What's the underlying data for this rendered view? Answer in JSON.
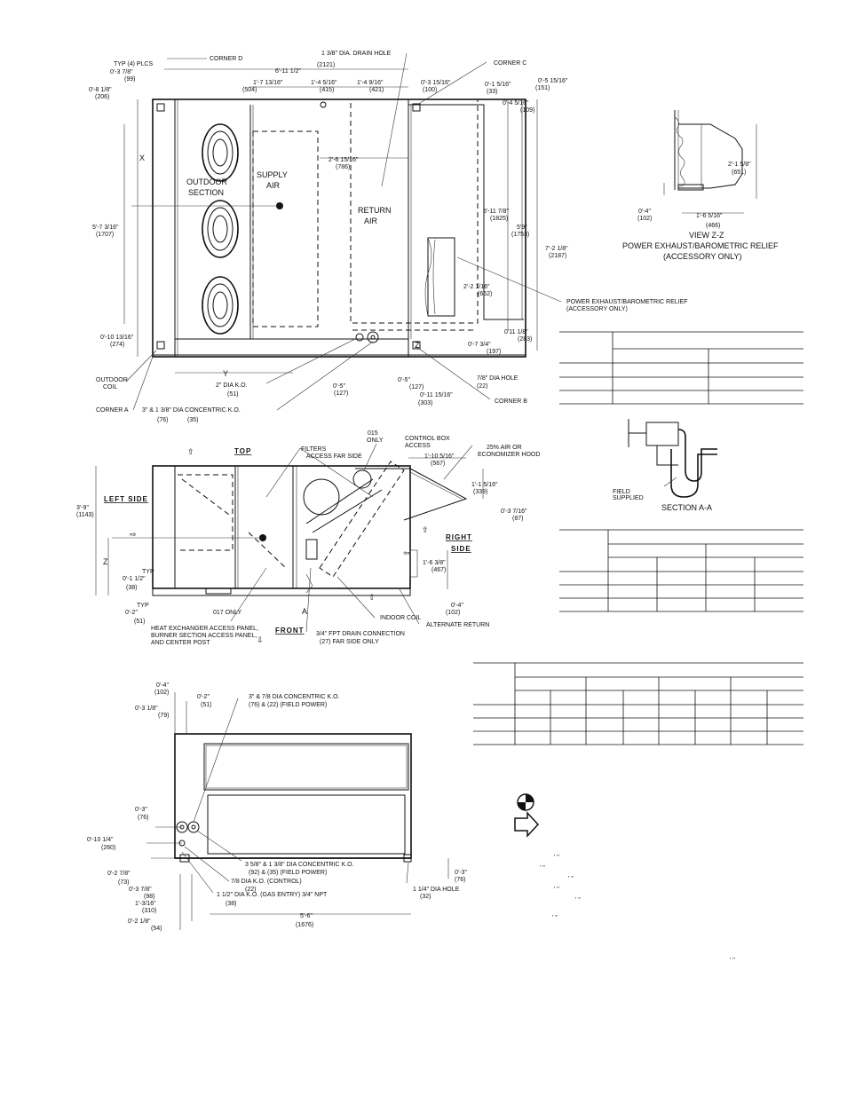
{
  "top_view": {
    "corner_d": "CORNER D",
    "typ_4_plcs": "TYP (4) PLCS",
    "dim_0_3_78": "0'-3 7/8\"",
    "dim_99": "(99)",
    "dim_0_8_18": "0'-8 1/8\"",
    "dim_206": "(206)",
    "drain_hole": "1 3/8\" DIA. DRAIN HOLE",
    "dim_6_11_12": "6'-11 1/2\"",
    "dim_2121": "(2121)",
    "corner_c": "CORNER C",
    "dim_1_7_1316": "1'-7 13/16\"",
    "dim_504": "(504)",
    "dim_1_4_516": "1'-4 5/16\"",
    "dim_415": "(415)",
    "dim_1_4_916": "1'-4 9/16\"",
    "dim_421": "(421)",
    "dim_0_3_1516": "0'-3 15/16\"",
    "dim_100": "(100)",
    "dim_0_1_516": "0'-1 5/16\"",
    "dim_33": "(33)",
    "dim_0_5_1516": "0'-5 15/16\"",
    "dim_151": "(151)",
    "dim_0_4_516": "0'-4 5/16\"",
    "dim_109": "(109)",
    "x_label": "X",
    "outdoor_section_1": "OUTDOOR",
    "outdoor_section_2": "SECTION",
    "supply_air_1": "SUPPLY",
    "supply_air_2": "AIR",
    "return_air_1": "RETURN",
    "return_air_2": "AIR",
    "dim_2_6_1516": "2'-6 15/16\"",
    "dim_786": "(786)",
    "dim_5_7_316": "5'-7 3/16\"",
    "dim_1707": "(1707)",
    "dim_5_11_78": "5'-11 7/8\"",
    "dim_1825": "(1825)",
    "dim_5_9": "5'9\"",
    "dim_1753": "(1753)",
    "dim_7_2_18": "7'-2 1/8\"",
    "dim_2187": "(2187)",
    "dim_2_2_116": "2'-2 1/16\"",
    "dim_662": "(662)",
    "dim_0_10_1316": "0'-10 13/16\"",
    "dim_274": "(274)",
    "outdoor_coil_1": "OUTDOOR",
    "outdoor_coil_2": "COIL",
    "y_label": "Y",
    "ko_2": "2\" DIA K.O.",
    "dim_51": "(51)",
    "corner_a": "CORNER A",
    "concentric_ko": "3\" & 1 3/8\" DIA CONCENTRIC K.O.",
    "dim_76": "(76)",
    "dim_35": "(35)",
    "dim_0_5_a": "0'-5\"",
    "dim_127_a": "(127)",
    "dim_0_5_b": "0'-5\"",
    "dim_127_b": "(127)",
    "dim_0_11_1516": "0'-11 15/16\"",
    "dim_303": "(303)",
    "z_label": "Z",
    "dim_0_7_34": "0'-7 3/4\"",
    "dim_197": "(197)",
    "dim_0_11_18": "0'11 1/8\"",
    "dim_283": "(283)",
    "hole_78": "7/8\" DIA HOLE",
    "dim_22": "(22)",
    "corner_b": "CORNER B",
    "power_exhaust_1": "POWER EXHAUST/BAROMETRIC RELIEF",
    "power_exhaust_2": "(ACCESSORY ONLY)"
  },
  "view_zz": {
    "dim_2_1_58": "2'-1 5/8\"",
    "dim_651": "(651)",
    "dim_0_4": "0'-4\"",
    "dim_102": "(102)",
    "dim_1_6_516": "1'-6 5/16\"",
    "dim_466": "(466)",
    "title": "VIEW Z-Z",
    "subtitle_1": "POWER EXHAUST/BAROMETRIC RELIEF",
    "subtitle_2": "(ACCESSORY ONLY)"
  },
  "side_view": {
    "top": "TOP",
    "filters_1": "FILTERS",
    "filters_2": "ACCESS FAR SIDE",
    "only_015_1": "015",
    "only_015_2": "ONLY",
    "control_box_1": "CONTROL BOX",
    "control_box_2": "ACCESS",
    "hood_1": "25% AIR OR",
    "hood_2": "ECONOMIZER HOOD",
    "dim_1_10_516": "1'-10 5/16\"",
    "dim_567": "(567)",
    "dim_1_1_516": "1'-1 5/16\"",
    "dim_339": "(339)",
    "dim_0_3_716": "0'-3 7/16\"",
    "dim_87": "(87)",
    "left_side": "LEFT SIDE",
    "dim_3_9": "3'-9\"",
    "dim_1143": "(1143)",
    "right_side_1": "RIGHT",
    "right_side_2": "SIDE",
    "dim_1_6_38": "1'-6 3/8\"",
    "dim_467": "(467)",
    "z_label": "Z",
    "typ_1": "TYP",
    "dim_0_1_12": "0'-1 1/2\"",
    "dim_38": "(38)",
    "typ_2": "TYP",
    "dim_0_2": "0'-2\"",
    "dim_51": "(51)",
    "dim_0_4": "0'-4\"",
    "dim_102": "(102)",
    "a_mark": "A",
    "heat_exch_1": "HEAT EXCHANGER ACCESS PANEL,",
    "heat_exch_2": "BURNER SECTION ACCESS PANEL,",
    "heat_exch_3": "AND CENTER POST",
    "only_017": "017 ONLY",
    "front": "FRONT",
    "indoor_coil": "INDOOR COIL",
    "alternate_return": "ALTERNATE RETURN",
    "drain_conn_1": "3/4\" FPT DRAIN CONNECTION",
    "drain_conn_2": "(27)  FAR SIDE ONLY"
  },
  "section_aa": {
    "field_supplied_1": "FIELD",
    "field_supplied_2": "SUPPLIED",
    "title": "SECTION A-A"
  },
  "front_view": {
    "dim_0_4": "0'-4\"",
    "dim_102": "(102)",
    "dim_0_2": "0'-2\"",
    "dim_51": "(51)",
    "dim_0_3_18": "0'-3 1/8\"",
    "dim_79": "(79)",
    "field_power_top_1": "3\" & 7/8 DIA CONCENTRIC K.O.",
    "field_power_top_2": "(76) & (22) (FIELD POWER)",
    "dim_0_3": "0'-3\"",
    "dim_76": "(76)",
    "dim_0_10_14": "0'-10 1/4\"",
    "dim_260": "(260)",
    "dim_0_2_78": "0'-2 7/8\"",
    "dim_73": "(73)",
    "dim_0_3_78": "0'-3 7/8\"",
    "dim_98": "(98)",
    "dim_1_316": "1'-3/16\"",
    "dim_310": "(310)",
    "dim_0_2_18": "0'-2 1/8\"",
    "dim_54": "(54)",
    "field_power_bot_1": "3 5/8\" & 1 3/8\" DIA CONCENTRIC K.O.",
    "field_power_bot_2": "(92) & (35) (FIELD POWER)",
    "control_ko_1": "7/8 DIA K.O. (CONTROL)",
    "control_ko_2": "(22)",
    "gas_entry_1": "1 1/2\" DIA K.O. (GAS ENTRY) 3/4\" NPT",
    "gas_entry_2": "(38)",
    "dim_0_3_r": "0'-3\"",
    "dim_76_r": "(76)",
    "hole_114_1": "1 1/4\" DIA HOLE",
    "hole_114_2": "(32)",
    "dim_5_6": "5'-6\"",
    "dim_1676": "(1676)"
  },
  "legend": {
    "icons": [
      "center-of-gravity-icon",
      "direction-of-airflow-icon"
    ],
    "marks": [
      "'  \"",
      "'  \"",
      "'  \"",
      "'  \"",
      "'  \"",
      "'  \"",
      "'  \""
    ]
  }
}
